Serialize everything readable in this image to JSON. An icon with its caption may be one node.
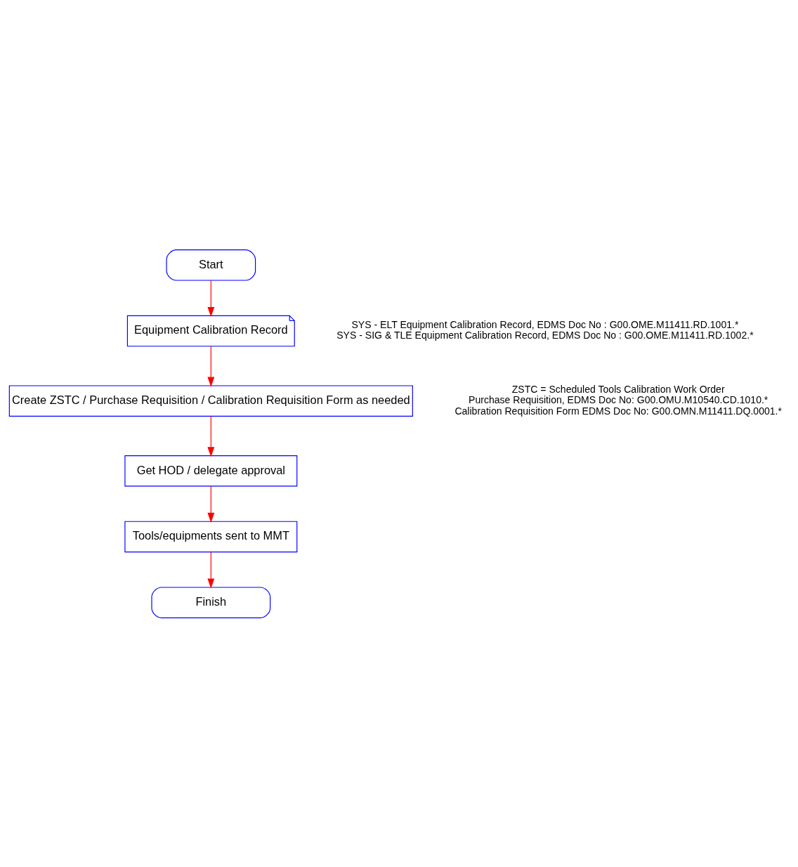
{
  "diagram": {
    "nodes": [
      {
        "text": [
          "Start"
        ]
      },
      {
        "text": [
          "Equipment Calibration Record"
        ],
        "beside": [
          "SYS - ELT Equipment Calibration Record, EDMS Doc No : G00.OME.M11411.RD.1001.*",
          "SYS - SIG & TLE Equipment Calibration Record, EDMS Doc No : G00.OME.M11411.RD.1002.*"
        ]
      },
      {
        "text": [
          "Create ZSTC / Purchase Requisition / Calibration Requisition Form as needed"
        ],
        "beside": [
          "ZSTC = Scheduled Tools Calibration Work Order",
          "Purchase Requisition, EDMS Doc No: G00.OMU.M10540.CD.1010.*",
          "Calibration Requisition Form EDMS Doc No: G00.OMN.M11411.DQ.0001.*"
        ]
      },
      {
        "text": [
          "Get HOD / delegate approval"
        ]
      },
      {
        "text": [
          "Tools/equipments sent to MMT"
        ]
      },
      {
        "text": [
          "Finish"
        ]
      }
    ],
    "edges": [
      {
        "from": 0,
        "to": 1,
        "arrow": "to"
      },
      {
        "from": 1,
        "to": 2,
        "arrow": "to"
      },
      {
        "from": 2,
        "to": 3,
        "arrow": "to"
      },
      {
        "from": 3,
        "to": 4,
        "arrow": "to"
      },
      {
        "from": 4,
        "to": 5,
        "arrow": "to"
      }
    ]
  }
}
